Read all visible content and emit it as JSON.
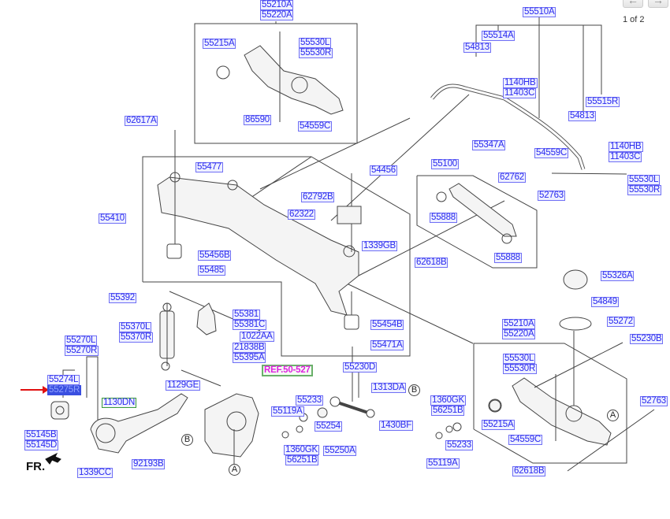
{
  "pager": {
    "text": "1 of 2",
    "prev_icon": "arrow-left-icon",
    "next_icon": "arrow-right-icon"
  },
  "direction_label": "FR.",
  "colors": {
    "label_text": "#2a2af0",
    "label_border": "#6f6ff5",
    "highlight": "#3a4fe0",
    "ref_text": "#e020e0",
    "pointer_arrow": "#e01010"
  },
  "selected_part": "55275R",
  "circles": [
    "B",
    "A",
    "A",
    "B"
  ],
  "labels": [
    {
      "text": "55210A"
    },
    {
      "text": "55220A"
    },
    {
      "text": "55215A"
    },
    {
      "text": "55530L"
    },
    {
      "text": "55530R"
    },
    {
      "text": "86590"
    },
    {
      "text": "54559C"
    },
    {
      "text": "62617A"
    },
    {
      "text": "55477"
    },
    {
      "text": "55410"
    },
    {
      "text": "55456B"
    },
    {
      "text": "55485"
    },
    {
      "text": "62792B"
    },
    {
      "text": "62322"
    },
    {
      "text": "54456"
    },
    {
      "text": "1339GB"
    },
    {
      "text": "55510A"
    },
    {
      "text": "55514A"
    },
    {
      "text": "54813"
    },
    {
      "text": "1140HB"
    },
    {
      "text": "11403C"
    },
    {
      "text": "55515R"
    },
    {
      "text": "54813"
    },
    {
      "text": "1140HB"
    },
    {
      "text": "11403C"
    },
    {
      "text": "55347A"
    },
    {
      "text": "62762"
    },
    {
      "text": "54559C"
    },
    {
      "text": "55530L"
    },
    {
      "text": "55530R"
    },
    {
      "text": "55100"
    },
    {
      "text": "52763"
    },
    {
      "text": "55888"
    },
    {
      "text": "55888"
    },
    {
      "text": "62618B"
    },
    {
      "text": "55326A"
    },
    {
      "text": "54849"
    },
    {
      "text": "55272"
    },
    {
      "text": "55230B"
    },
    {
      "text": "55210A"
    },
    {
      "text": "55220A"
    },
    {
      "text": "55530L"
    },
    {
      "text": "55530R"
    },
    {
      "text": "52763"
    },
    {
      "text": "55215A"
    },
    {
      "text": "54559C"
    },
    {
      "text": "62618B"
    },
    {
      "text": "55392"
    },
    {
      "text": "55381"
    },
    {
      "text": "55381C"
    },
    {
      "text": "1022AA"
    },
    {
      "text": "21838B"
    },
    {
      "text": "55395A"
    },
    {
      "text": "55370L"
    },
    {
      "text": "55370R"
    },
    {
      "text": "55270L"
    },
    {
      "text": "55270R"
    },
    {
      "text": "55274L"
    },
    {
      "text": "55275R",
      "style": "highlighted"
    },
    {
      "text": "1130DN",
      "style": "green"
    },
    {
      "text": "1129GE"
    },
    {
      "text": "REF.50-527",
      "style": "ref"
    },
    {
      "text": "55145B"
    },
    {
      "text": "55145D"
    },
    {
      "text": "92193B"
    },
    {
      "text": "1339CC"
    },
    {
      "text": "55454B"
    },
    {
      "text": "55471A"
    },
    {
      "text": "55230D"
    },
    {
      "text": "1313DA"
    },
    {
      "text": "55233"
    },
    {
      "text": "55119A"
    },
    {
      "text": "55254"
    },
    {
      "text": "1430BF"
    },
    {
      "text": "1360GK"
    },
    {
      "text": "56251B"
    },
    {
      "text": "55250A"
    },
    {
      "text": "1360GK"
    },
    {
      "text": "56251B"
    },
    {
      "text": "55233"
    },
    {
      "text": "55119A"
    }
  ]
}
